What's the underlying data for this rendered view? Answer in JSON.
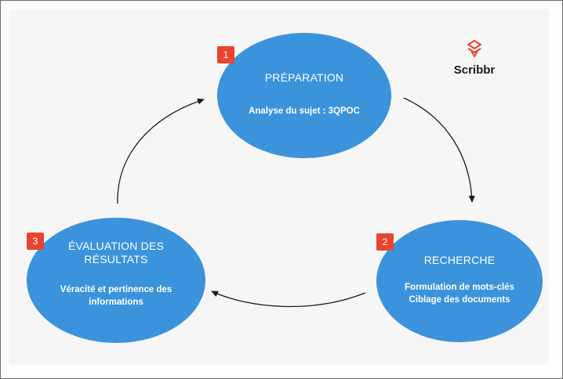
{
  "logo": {
    "text": "Scribbr",
    "color": "#e8442f"
  },
  "colors": {
    "node_fill": "#3b93dc",
    "badge_fill": "#e8442f",
    "arrow": "#1a1a1a"
  },
  "steps": [
    {
      "number": "1",
      "title_lines": [
        "PRÉPARATION"
      ],
      "description_lines": [
        "Analyse du sujet : 3QPOC"
      ]
    },
    {
      "number": "2",
      "title_lines": [
        "RECHERCHE"
      ],
      "description_lines": [
        "Formulation de mots-clés",
        "Ciblage des documents"
      ]
    },
    {
      "number": "3",
      "title_lines": [
        "ÉVALUATION DES",
        "RÉSULTATS"
      ],
      "description_lines": [
        "Véracité et pertinence des",
        "informations"
      ]
    }
  ]
}
